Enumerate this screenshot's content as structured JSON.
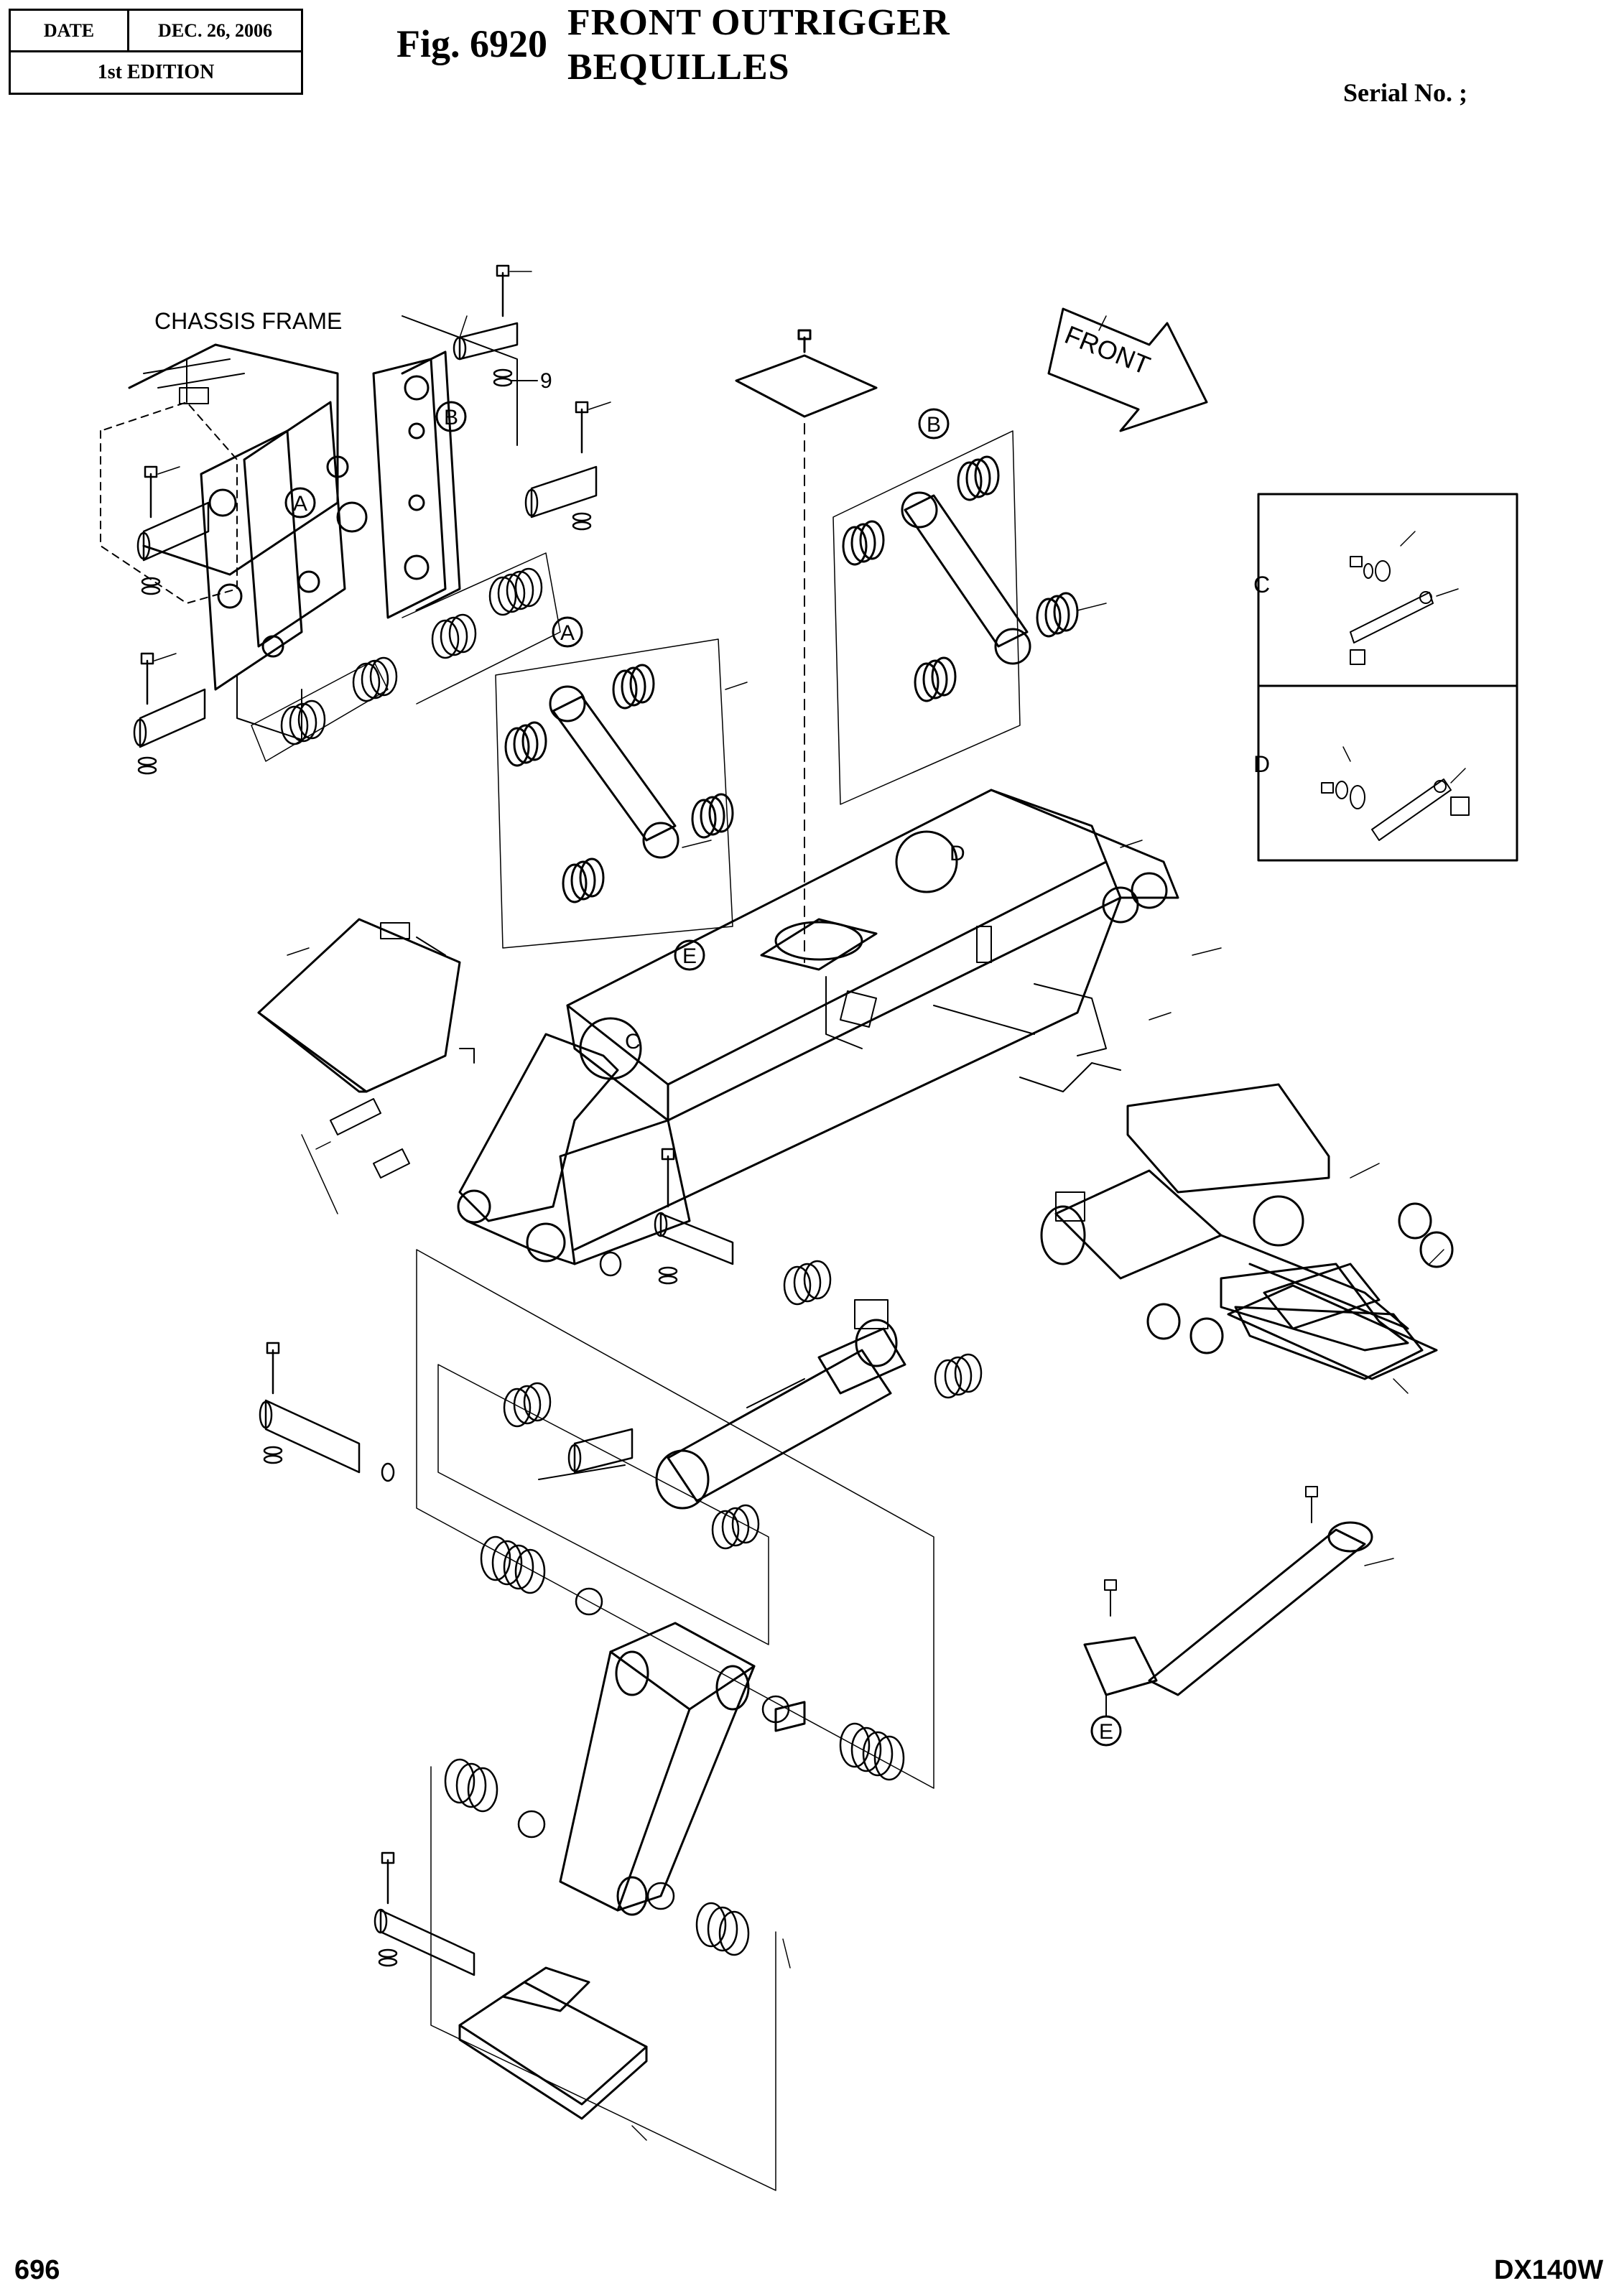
{
  "header": {
    "date_label": "DATE",
    "date_value": "DEC. 26, 2006",
    "edition": "1st EDITION",
    "figure_number": "Fig. 6920",
    "title_en": "FRONT  OUTRIGGER",
    "title_fr": "BEQUILLES",
    "serial": "Serial No. ;"
  },
  "diagram": {
    "chassis_label": "CHASSIS FRAME",
    "front_label": "FRONT",
    "item_9": "9",
    "callouts": {
      "a": "A",
      "b": "B",
      "c": "C",
      "d": "D",
      "e": "E"
    }
  },
  "footer": {
    "page": "696",
    "model": "DX140W"
  }
}
